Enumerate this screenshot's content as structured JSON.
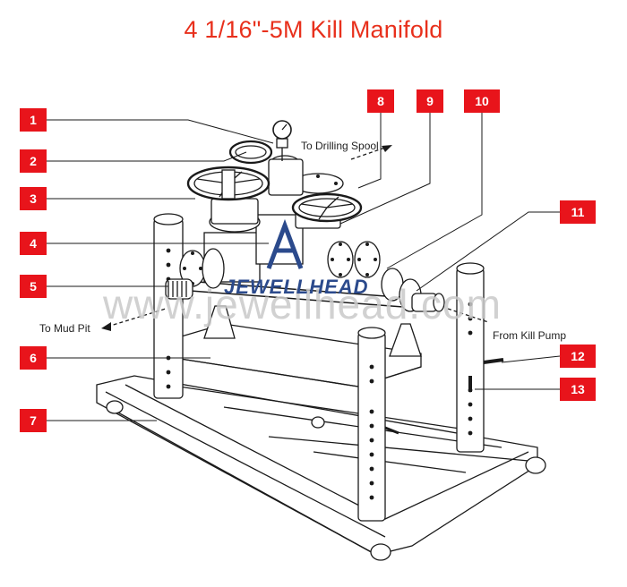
{
  "title": "4 1/16\"-5M Kill Manifold",
  "callouts": [
    "1",
    "2",
    "3",
    "4",
    "5",
    "6",
    "7",
    "8",
    "9",
    "10",
    "11",
    "12",
    "13"
  ],
  "flow_labels": {
    "drilling_spool": "To Drilling Spool",
    "mud_pit": "To Mud Pit",
    "kill_pump": "From Kill Pump"
  },
  "watermark": "www.jewellhead.com",
  "brand": "JEWELLHEAD",
  "colors": {
    "callout": "#e8141b",
    "title": "#e8301c",
    "line": "#1a1a1a",
    "brand": "#2b4a8c"
  }
}
